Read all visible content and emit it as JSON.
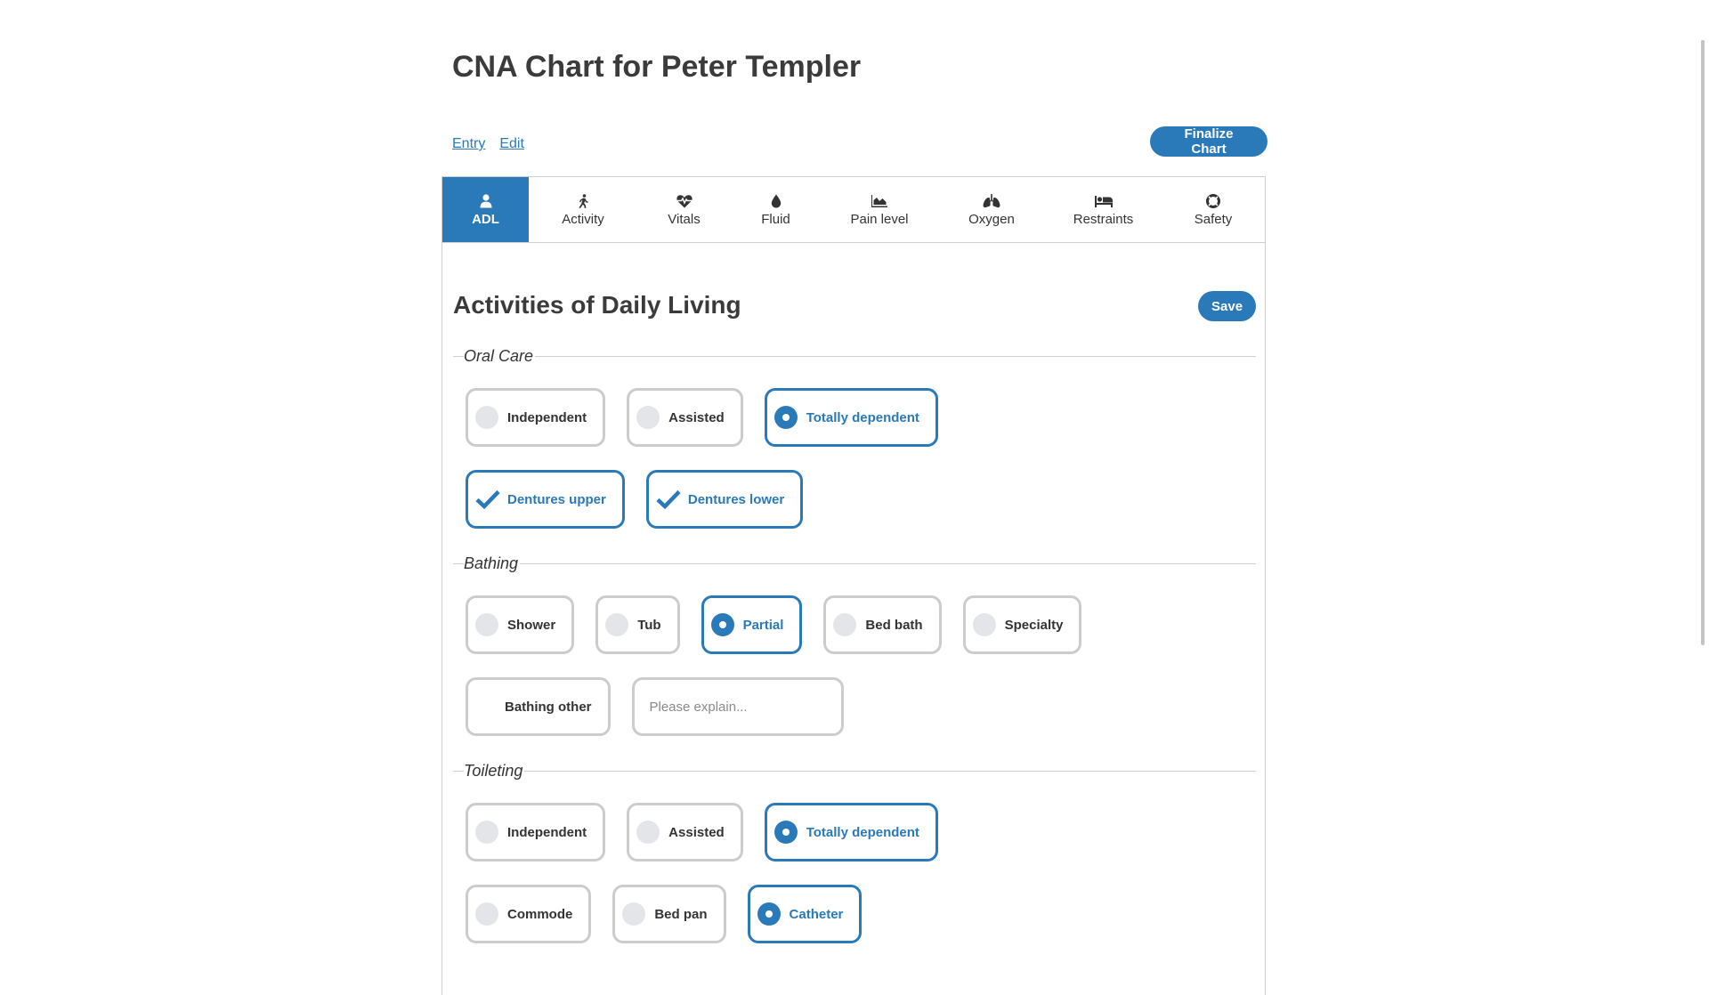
{
  "page": {
    "title": "CNA Chart for Peter Templer"
  },
  "links": {
    "entry": "Entry",
    "edit": "Edit"
  },
  "finalize_label": "Finalize Chart",
  "tabs": [
    {
      "label": "ADL",
      "icon": "person-icon",
      "active": true
    },
    {
      "label": "Activity",
      "icon": "walking-icon",
      "active": false
    },
    {
      "label": "Vitals",
      "icon": "heartbeat-icon",
      "active": false
    },
    {
      "label": "Fluid",
      "icon": "droplet-icon",
      "active": false
    },
    {
      "label": "Pain level",
      "icon": "area-chart-icon",
      "active": false
    },
    {
      "label": "Oxygen",
      "icon": "lungs-icon",
      "active": false
    },
    {
      "label": "Restraints",
      "icon": "bed-icon",
      "active": false
    },
    {
      "label": "Safety",
      "icon": "life-ring-icon",
      "active": false
    }
  ],
  "section": {
    "title": "Activities of Daily Living",
    "save_label": "Save"
  },
  "oral_care": {
    "legend": "Oral Care",
    "options": [
      {
        "label": "Independent",
        "selected": false
      },
      {
        "label": "Assisted",
        "selected": false
      },
      {
        "label": "Totally dependent",
        "selected": true
      }
    ],
    "dentures": [
      {
        "label": "Dentures upper",
        "checked": true
      },
      {
        "label": "Dentures lower",
        "checked": true
      }
    ]
  },
  "bathing": {
    "legend": "Bathing",
    "options": [
      {
        "label": "Shower",
        "selected": false
      },
      {
        "label": "Tub",
        "selected": false
      },
      {
        "label": "Partial",
        "selected": true
      },
      {
        "label": "Bed bath",
        "selected": false
      },
      {
        "label": "Specialty",
        "selected": false
      }
    ],
    "other_label": "Bathing other",
    "other_placeholder": "Please explain..."
  },
  "toileting": {
    "legend": "Toileting",
    "options": [
      {
        "label": "Independent",
        "selected": false
      },
      {
        "label": "Assisted",
        "selected": false
      },
      {
        "label": "Totally dependent",
        "selected": true
      }
    ],
    "devices": [
      {
        "label": "Commode",
        "selected": false
      },
      {
        "label": "Bed pan",
        "selected": false
      },
      {
        "label": "Catheter",
        "selected": true
      }
    ]
  },
  "colors": {
    "accent": "#2a7ab9",
    "border": "#cccccc",
    "radio_empty": "#e3e5e8"
  }
}
